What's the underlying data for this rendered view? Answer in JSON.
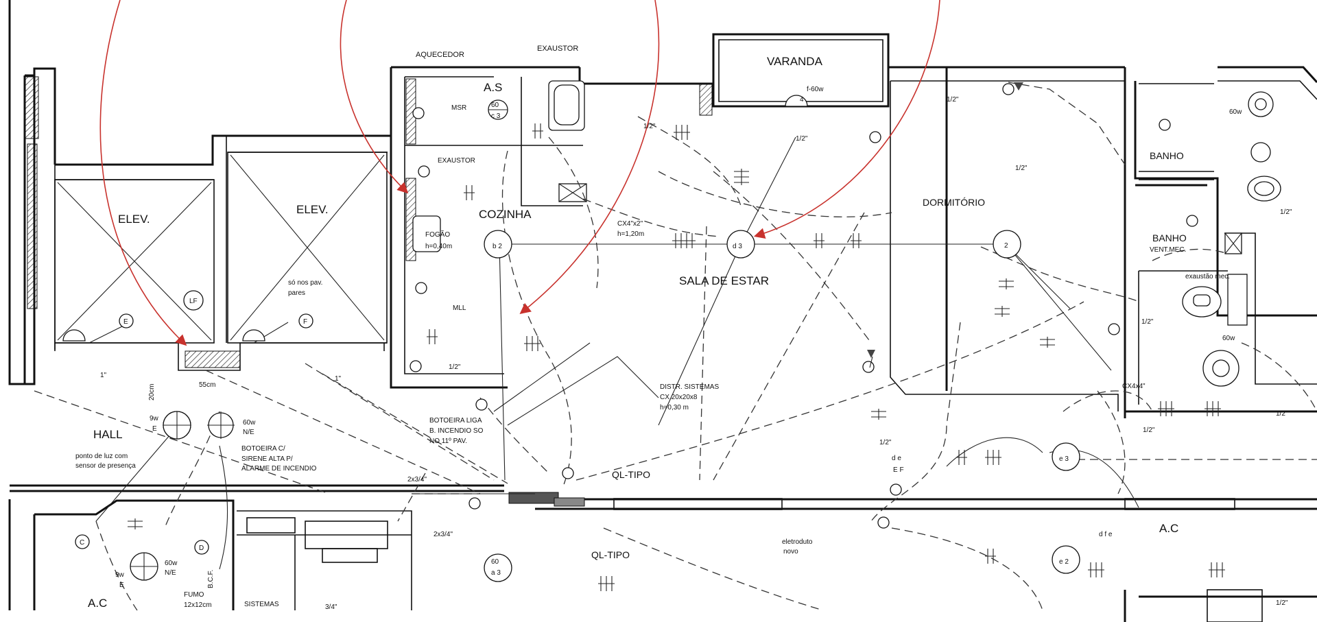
{
  "rooms": {
    "varanda": "VARANDA",
    "as": "A.S",
    "cozinha": "COZINHA",
    "sala_de_estar": "SALA DE ESTAR",
    "dormitorio": "DORMITÓRIO",
    "banho_1": "BANHO",
    "banho_2": "BANHO",
    "banho_2_sub": "VENT.MEC.",
    "elev_1": "ELEV.",
    "elev_2": "ELEV.",
    "hall": "HALL",
    "ac_left": "A.C",
    "ac_right": "A.C"
  },
  "labels": {
    "aquecedor": "AQUECEDOR",
    "exaustor_top": "EXAUSTOR",
    "exaustor_kitchen": "EXAUSTOR",
    "msr": "MSR",
    "fogao": "FOGÃO",
    "fogao_h": "h=0,40m",
    "mll": "MLL",
    "cx4x2": "CX4\"x2\"",
    "cx4x2_h": "h=1,20m",
    "lamp_varanda": "f-60w",
    "lamp_varanda_num": "4",
    "distr_sistemas": "DISTR. SISTEMAS",
    "distr_cx": "CX.20x20x8",
    "distr_h": "h=0,30 m",
    "botoeira_liga_1": "BOTOEIRA LIGA",
    "botoeira_liga_2": "B. INCENDIO SO",
    "botoeira_liga_3": "NO 11º PAV.",
    "botoeira_c_1": "BOTOEIRA C/",
    "botoeira_c_2": "SIRENE ALTA P/",
    "botoeira_c_3": "ALARME DE INCENDIO",
    "ponto_luz_1": "ponto de luz com",
    "ponto_luz_2": "sensor de presença",
    "so_nos_pav_1": "só nos pav.",
    "so_nos_pav_2": "pares",
    "ql_tipo_1": "QL-TIPO",
    "ql_tipo_2": "QL-TIPO",
    "eletroduto_1": "eletroduto",
    "eletroduto_2": "novo",
    "exaustao_mec": "exaustão mec.",
    "w60_hall": "60w",
    "ne_hall": "N/E",
    "w9_hall": "9w",
    "e_hall": "E",
    "w60_bottom": "60w",
    "ne_bottom": "N/E",
    "w9_bottom": "9w",
    "e_bottom": "E",
    "w60_banho": "60w",
    "w60_banho_top": "60w",
    "dim_55cm": "55cm",
    "dim_20cm": "20cm",
    "duto_1": "1\"",
    "duto_2": "1\"",
    "duto_3_4_a": "2x3/4\"",
    "duto_3_4_b": "2x3/4\"",
    "duto_3_4_c": "3/4\"",
    "half_a": "1/2\"",
    "half_b": "1/2\"",
    "half_c": "1/2\"",
    "half_d": "1/2\"",
    "half_e": "1/2\"",
    "half_f": "1/2\"",
    "half_g": "1/2\"",
    "half_h": "1/2\"",
    "half_i": "1/2\"",
    "half_j": "1/2\"",
    "half_k": "1/2\"",
    "cx4x4": "CX4x4\"",
    "fumo_1": "FUMO",
    "fumo_2": "12x12cm",
    "sistemas": "SISTEMAS",
    "bcf": "B.C.F.",
    "lf": "LF",
    "circ_e": "E",
    "circ_f": "F",
    "circ_c": "C",
    "circ_d": "D",
    "lamp_60_as": "60",
    "lamp_c3": "c 3",
    "lamp_b2": "b 2",
    "lamp_d3": "d 3",
    "lamp_2": "2",
    "lamp_e3": "e 3",
    "lamp_e2": "e 2",
    "lamp_60_bottom": "60",
    "lamp_a3": "a 3",
    "circ_d_e": "d e",
    "circ_ef": "E F",
    "circ_dfe": "d f e"
  },
  "colors": {
    "ink": "#111111",
    "annotation_arrows": "#c8322d",
    "background": "#ffffff"
  }
}
